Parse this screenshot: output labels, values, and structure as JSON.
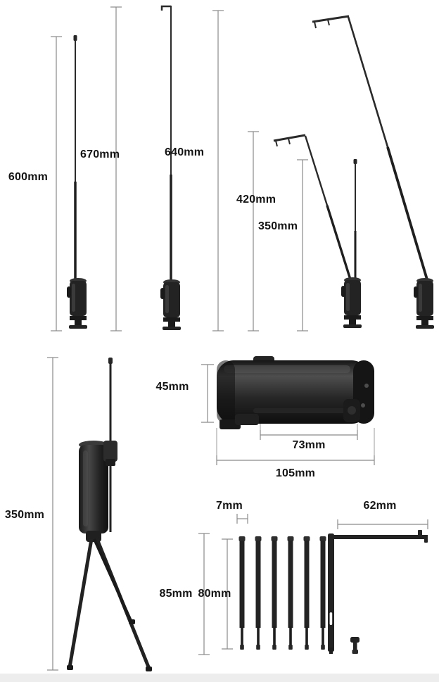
{
  "page": {
    "background_color": "#ffffff",
    "product_color": "#1f1f1f",
    "dimension_line_color": "#8a8a8a",
    "label_text_color": "#141414"
  },
  "dimension_labels": {
    "pole_600": "600mm",
    "pole_670": "670mm",
    "pole_640": "640mm",
    "pole_420": "420mm",
    "pole_350_top": "350mm",
    "unit_height_45": "45mm",
    "inner_rod_73": "73mm",
    "unit_length_105": "105mm",
    "stand_350": "350mm",
    "tube_dia_7": "7mm",
    "arm_62": "62mm",
    "tube_85": "85mm",
    "tube_80": "80mm"
  }
}
